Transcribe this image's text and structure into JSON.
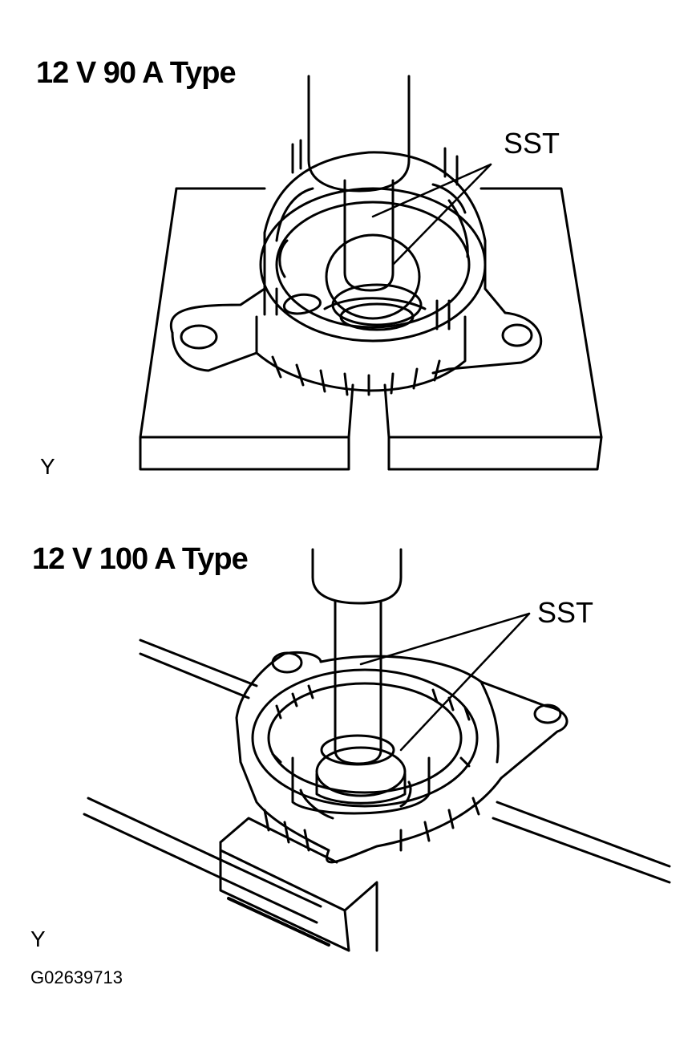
{
  "top_figure": {
    "title": "12 V 90 A Type",
    "sst_label": "SST",
    "view_mark": "Y"
  },
  "bottom_figure": {
    "title": "12 V 100 A Type",
    "sst_label": "SST",
    "view_mark": "Y"
  },
  "figure_code": "G02639713"
}
